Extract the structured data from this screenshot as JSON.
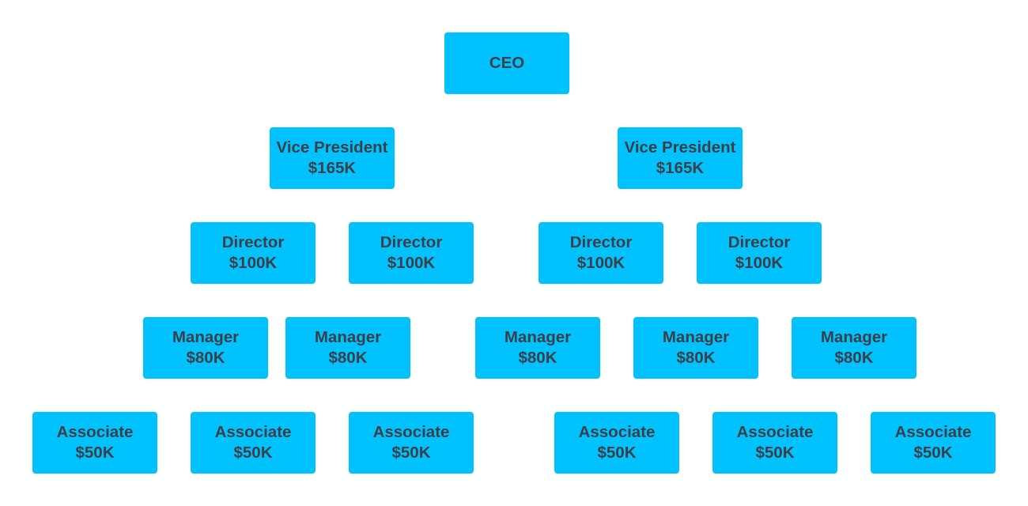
{
  "colors": {
    "node_fill": "#00c2ff",
    "node_text": "#3b3f47",
    "background": "#ffffff"
  },
  "levels": [
    {
      "role": "CEO",
      "nodes": [
        {
          "title": "CEO",
          "salary": ""
        }
      ]
    },
    {
      "role": "Vice President",
      "nodes": [
        {
          "title": "Vice President",
          "salary": "$165K"
        },
        {
          "title": "Vice President",
          "salary": "$165K"
        }
      ]
    },
    {
      "role": "Director",
      "nodes": [
        {
          "title": "Director",
          "salary": "$100K"
        },
        {
          "title": "Director",
          "salary": "$100K"
        },
        {
          "title": "Director",
          "salary": "$100K"
        },
        {
          "title": "Director",
          "salary": "$100K"
        }
      ]
    },
    {
      "role": "Manager",
      "nodes": [
        {
          "title": "Manager",
          "salary": "$80K"
        },
        {
          "title": "Manager",
          "salary": "$80K"
        },
        {
          "title": "Manager",
          "salary": "$80K"
        },
        {
          "title": "Manager",
          "salary": "$80K"
        },
        {
          "title": "Manager",
          "salary": "$80K"
        }
      ]
    },
    {
      "role": "Associate",
      "nodes": [
        {
          "title": "Associate",
          "salary": "$50K"
        },
        {
          "title": "Associate",
          "salary": "$50K"
        },
        {
          "title": "Associate",
          "salary": "$50K"
        },
        {
          "title": "Associate",
          "salary": "$50K"
        },
        {
          "title": "Associate",
          "salary": "$50K"
        },
        {
          "title": "Associate",
          "salary": "$50K"
        }
      ]
    }
  ]
}
